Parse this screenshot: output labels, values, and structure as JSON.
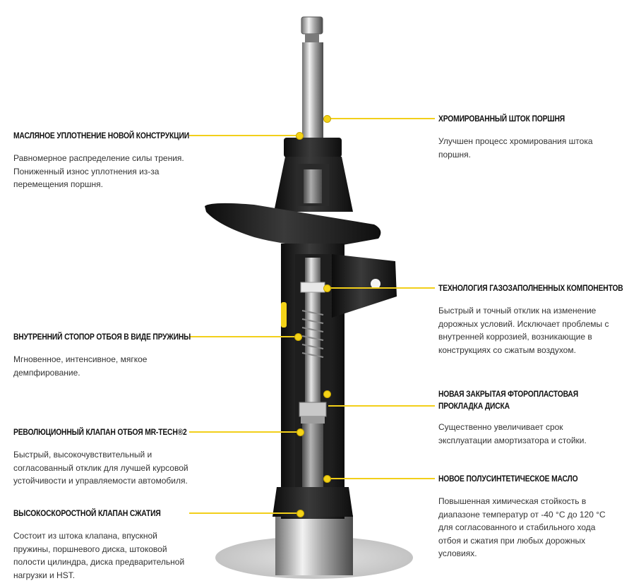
{
  "colors": {
    "accent": "#f4d318",
    "strut_dark": "#1b1b1b",
    "chrome": "#b9b9b9"
  },
  "callouts_left": [
    {
      "title": "МАСЛЯНОЕ УПЛОТНЕНИЕ НОВОЙ КОНСТРУКЦИИ",
      "text": "Равномерное распределение силы трения. Пониженный износ уплотнения из-за перемещения поршня."
    },
    {
      "title": "ВНУТРЕННИЙ СТОПОР ОТБОЯ В ВИДЕ ПРУЖИНЫ",
      "text": "Мгновенное, интенсивное, мягкое демпфирование."
    },
    {
      "title": "РЕВОЛЮЦИОННЫЙ КЛАПАН ОТБОЯ MR-TECH®2",
      "text": "Быстрый, высокочувствительный и согласованный отклик для лучшей курсовой устойчивости и управляемости автомобиля."
    },
    {
      "title": "ВЫСОКОСКОРОСТНОЙ КЛАПАН СЖАТИЯ",
      "text": "Состоит из штока клапана, впускной пружины, поршневого диска, штоковой полости цилиндра, диска предварительной нагрузки и HST."
    }
  ],
  "callouts_right": [
    {
      "title": "ХРОМИРОВАННЫЙ ШТОК ПОРШНЯ",
      "text": "Улучшен процесс хромирования штока поршня."
    },
    {
      "title": "ТЕХНОЛОГИЯ ГАЗОЗАПОЛНЕННЫХ КОМПОНЕНТОВ",
      "text": "Быстрый и точный отклик на изменение дорожных условий. Исключает проблемы с внутренней коррозией, возникающие в конструкциях со сжатым воздухом."
    },
    {
      "title": "НОВАЯ ЗАКРЫТАЯ ФТОРОПЛАСТОВАЯ ПРОКЛАДКА ДИСКА",
      "text": "Существенно увеличивает срок эксплуатации амортизатора и стойки."
    },
    {
      "title": "НОВОЕ ПОЛУСИНТЕТИЧЕСКОЕ МАСЛО",
      "text": "Повышенная химическая стойкость в диапазоне температур от -40 °C до 120 °C для согласованного и стабильного хода отбоя и сжатия при любых дорожных условиях."
    }
  ]
}
